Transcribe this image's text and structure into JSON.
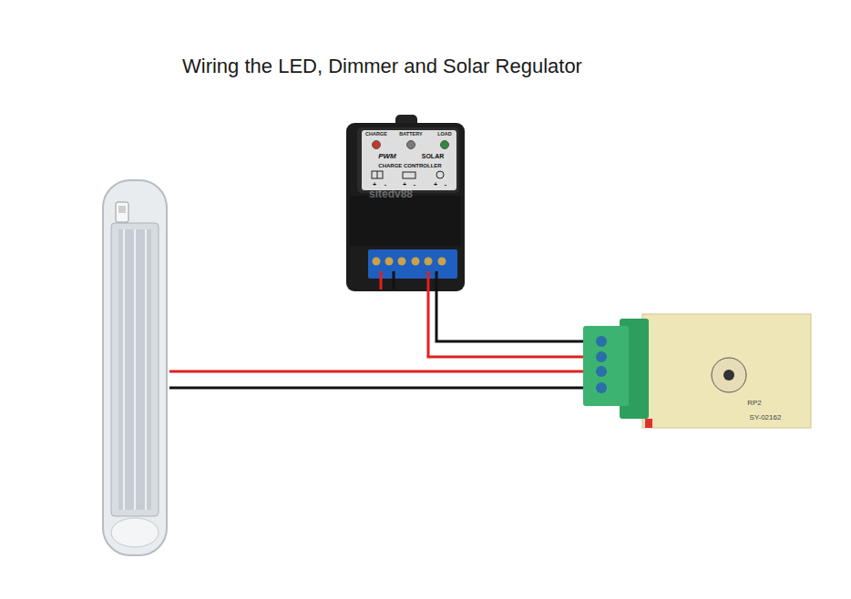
{
  "diagram": {
    "title": "Wiring the LED, Dimmer and Solar Regulator",
    "nodes": [
      {
        "text": [
          "CHARGE",
          "BATTERY",
          "LOAD",
          "PWM",
          "SOLAR",
          "CHARGE CONTROLLER",
          "+",
          "-",
          "+",
          "-",
          "+",
          "-"
        ]
      },
      {
        "text": [
          "RP2",
          "SY-02162"
        ]
      }
    ],
    "edges": [
      {
        "from": 0,
        "to": 1,
        "arrow": "none"
      },
      {
        "from": 0,
        "to": 1,
        "arrow": "none"
      }
    ],
    "labels": [
      "sitedv88"
    ]
  }
}
